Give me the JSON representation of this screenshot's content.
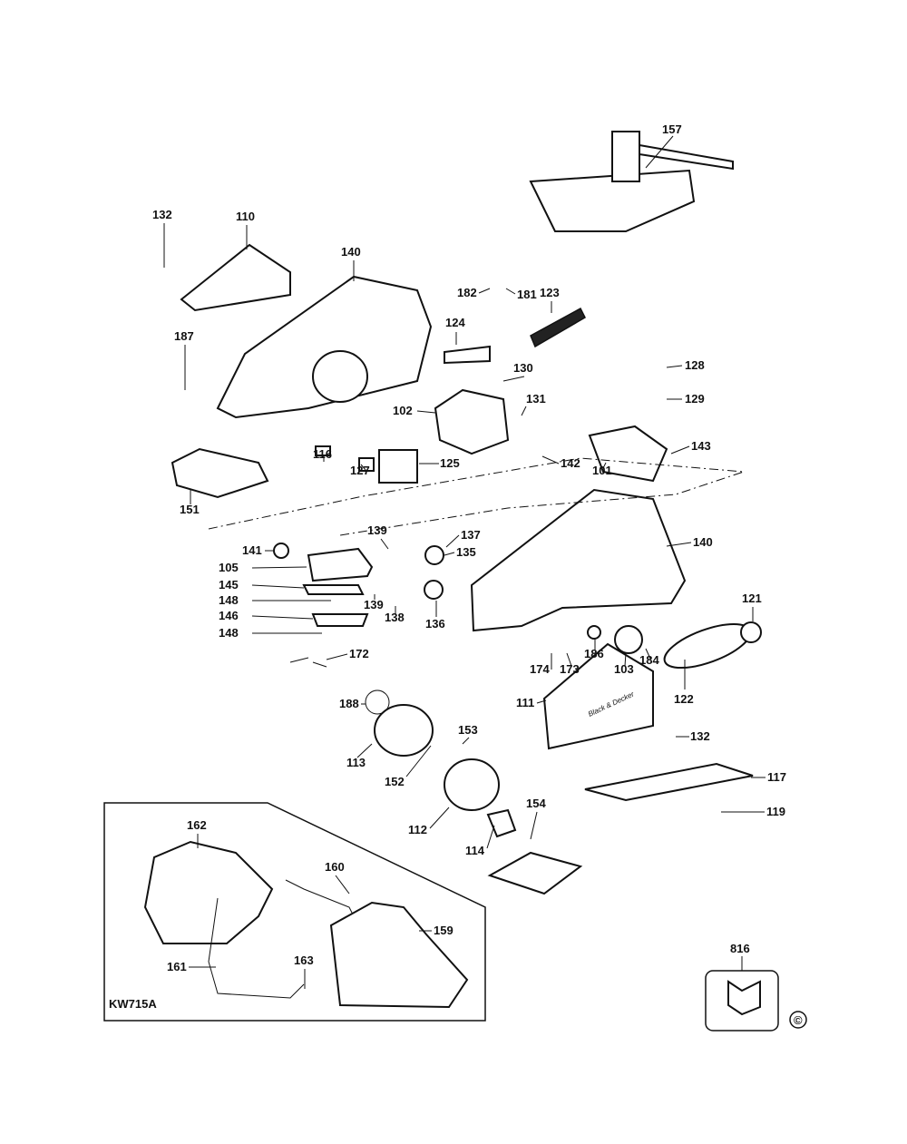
{
  "diagram": {
    "kit_code": "KW715A",
    "kit_box_label": "816",
    "copyright": "©",
    "logo_text": "Black & Decker",
    "part_labels": [
      "157",
      "132",
      "110",
      "140",
      "182",
      "181",
      "123",
      "124",
      "187",
      "130",
      "128",
      "131",
      "129",
      "102",
      "143",
      "116",
      "127",
      "125",
      "142",
      "101",
      "151",
      "139",
      "137",
      "140",
      "141",
      "135",
      "105",
      "145",
      "139",
      "148",
      "121",
      "138",
      "136",
      "146",
      "148",
      "186",
      "184",
      "172",
      "174",
      "173",
      "103",
      "122",
      "188",
      "111",
      "153",
      "132",
      "113",
      "152",
      "117",
      "162",
      "154",
      "119",
      "112",
      "114",
      "160",
      "159",
      "161",
      "163"
    ]
  }
}
